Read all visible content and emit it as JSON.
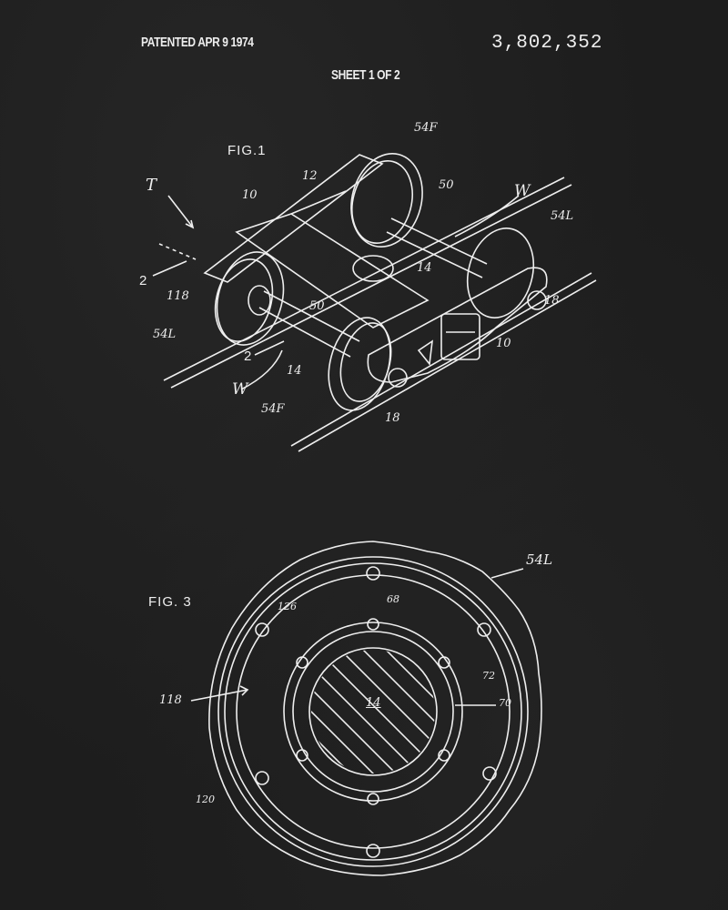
{
  "header": {
    "patented": "PATENTED",
    "date": "APR  9 1974",
    "patent_number": "3,802,352",
    "sheet": "SHEET 1 OF 2"
  },
  "fig1": {
    "title": "FIG.1",
    "labels": {
      "t": "T",
      "ten_a": "10",
      "twelve": "12",
      "fiftyfour_f_top": "54F",
      "fifty_a": "50",
      "w_a": "W",
      "fiftyfour_l_right": "54L",
      "fourteen_a": "14",
      "two_a": "2",
      "one_eighteen": "118",
      "fifty_b": "50",
      "fiftyfour_l_left": "54L",
      "eighteen_a": "18",
      "ten_b": "10",
      "two_b": "2",
      "fourteen_b": "14",
      "w_b": "W",
      "fiftyfour_f_bottom": "54F",
      "eighteen_b": "18"
    }
  },
  "fig3": {
    "title": "FIG. 3",
    "labels": {
      "fiftyfour_l": "54L",
      "one_twenty_six": "126",
      "sixty_eight": "68",
      "seventy_two": "72",
      "seventy": "70",
      "fourteen": "14",
      "one_eighteen": "118",
      "one_twenty": "120"
    }
  }
}
